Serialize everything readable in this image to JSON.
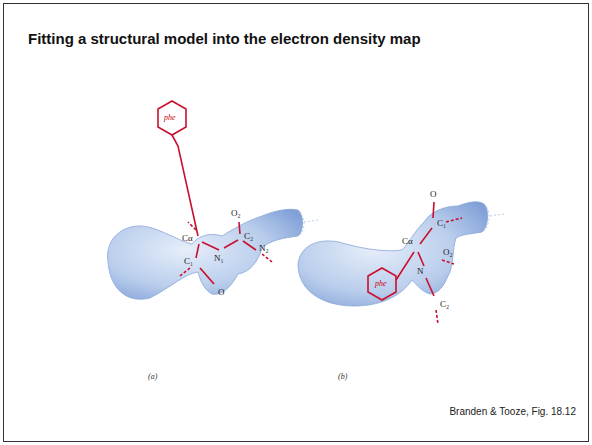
{
  "diagram": {
    "title": "Fitting a structural model into the electron density map",
    "labels": [
      "phe",
      "O₂",
      "C₂",
      "Cα",
      "N₁",
      "N₂",
      "C₁",
      "O",
      "(a)",
      "phe",
      "O",
      "C₁",
      "Cα",
      "O₂",
      "N",
      "C₂",
      "(b)",
      "Branden & Tooze, Fig. 18.12"
    ]
  }
}
